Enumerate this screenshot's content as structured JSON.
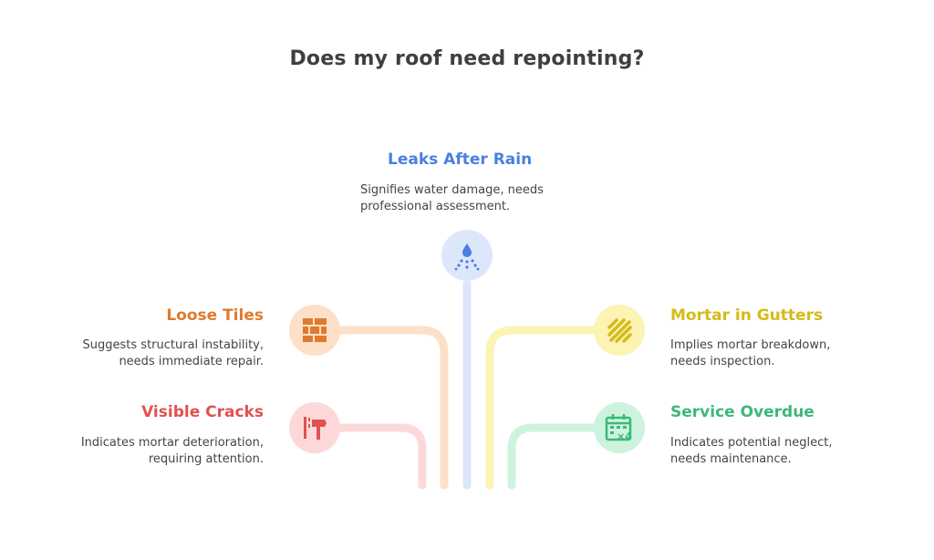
{
  "title": "Does my roof need repointing?",
  "items": {
    "leaks": {
      "heading": "Leaks After Rain",
      "line1": "Signifies water damage, needs",
      "line2": "professional assessment.",
      "icon": "water-drip-icon",
      "color": "#4a7fe0"
    },
    "tiles": {
      "heading": "Loose Tiles",
      "line1": "Suggests structural instability,",
      "line2": "needs immediate repair.",
      "icon": "brick-wall-icon",
      "color": "#e07b2e"
    },
    "cracks": {
      "heading": "Visible Cracks",
      "line1": "Indicates mortar deterioration,",
      "line2": "requiring attention.",
      "icon": "hammer-chisel-icon",
      "color": "#e0524f"
    },
    "gutters": {
      "heading": "Mortar in Gutters",
      "line1": "Implies mortar breakdown,",
      "line2": "needs inspection.",
      "icon": "diagonal-stripes-icon",
      "color": "#d4bb1a"
    },
    "service": {
      "heading": "Service Overdue",
      "line1": "Indicates potential neglect,",
      "line2": "needs maintenance.",
      "icon": "calendar-x4-icon",
      "color": "#3cb878"
    }
  }
}
